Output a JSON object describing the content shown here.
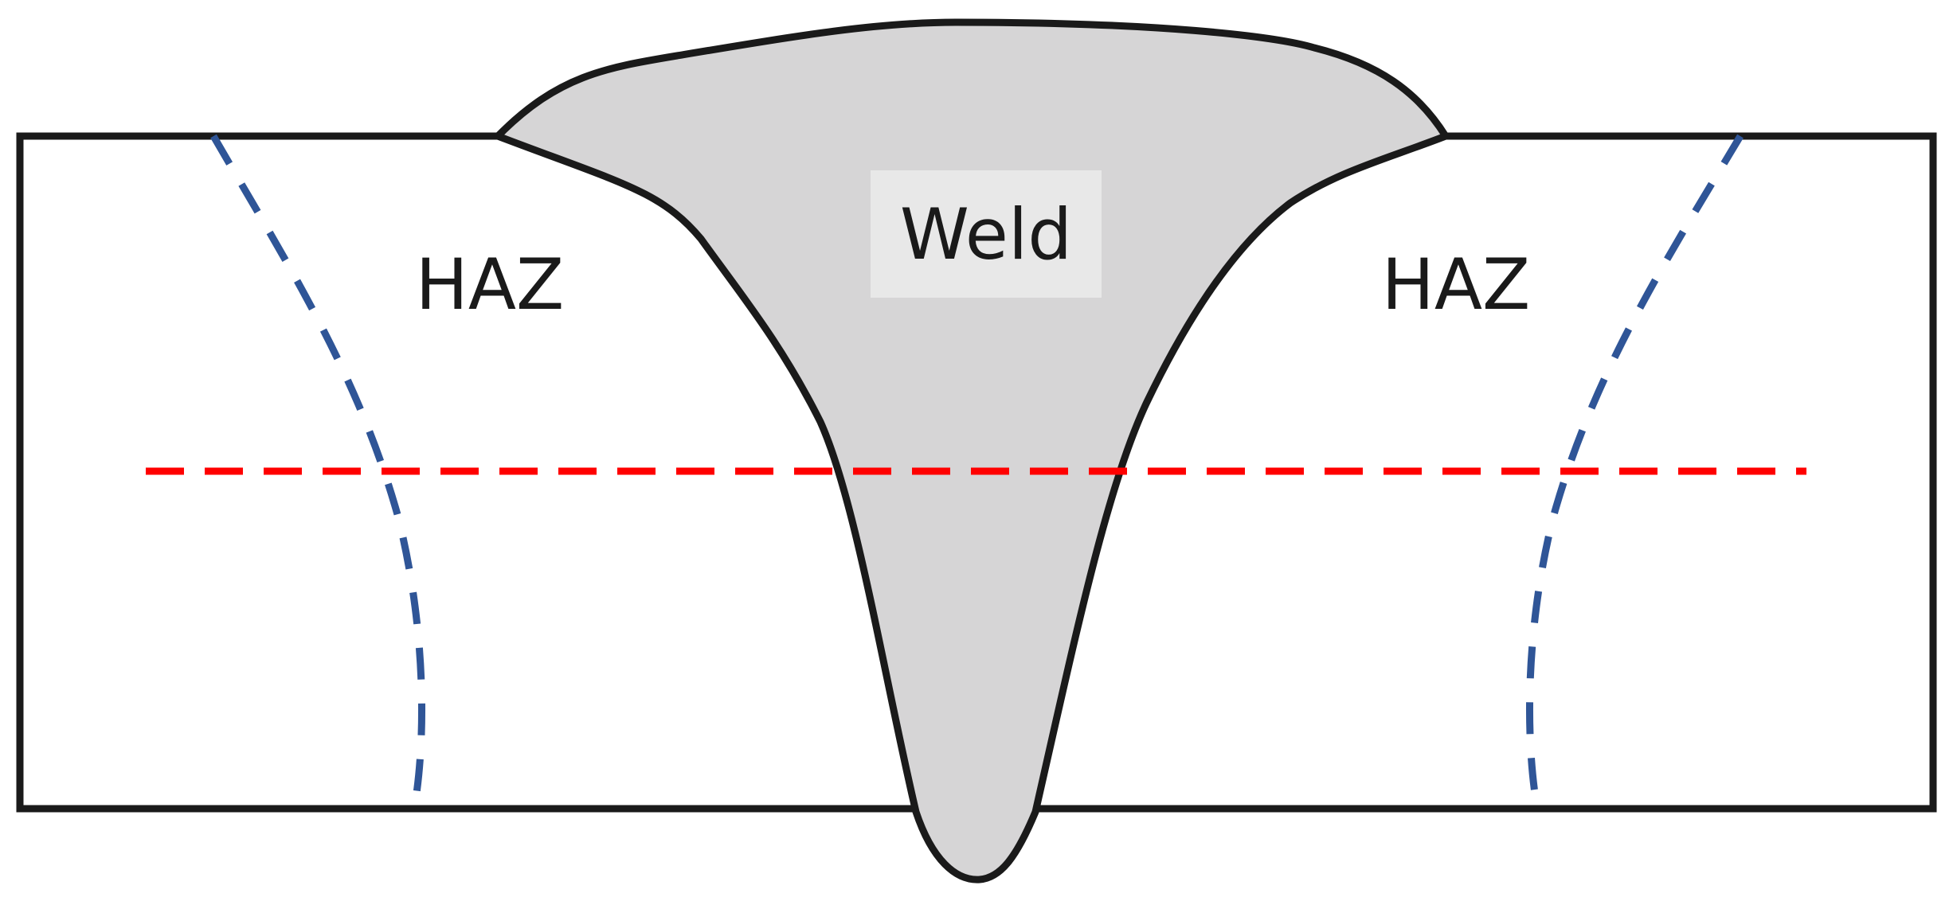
{
  "labels": {
    "weld": "Weld",
    "haz_left": "HAZ",
    "haz_right": "HAZ"
  },
  "colors": {
    "weld_fill": "#d6d5d6",
    "weld_label_bg": "#e8e8e8",
    "outline": "#1a1a1a",
    "haz_boundary": "#2f5597",
    "section_line": "#ff0000",
    "text": "#1a1a1a"
  }
}
